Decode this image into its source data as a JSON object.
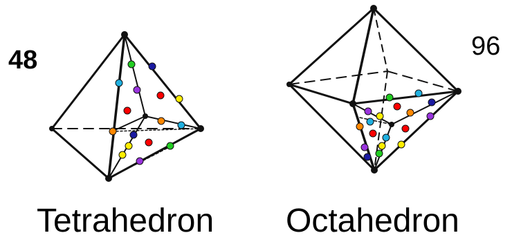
{
  "tetrahedron": {
    "count": "48",
    "name": "Tetrahedron"
  },
  "octahedron": {
    "count": "96",
    "name": "Octahedron"
  },
  "colors": {
    "edge": "#111111",
    "red": "#ff0000",
    "green": "#22cc22",
    "blue": "#1a1aa0",
    "cyan": "#20b0e0",
    "purple": "#9933dd",
    "yellow": "#ffee00",
    "orange": "#ff8800"
  }
}
